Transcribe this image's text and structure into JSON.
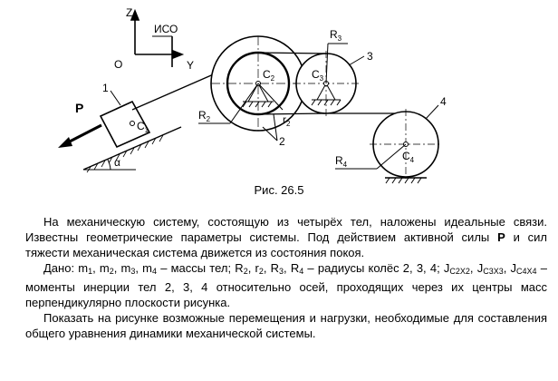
{
  "figure": {
    "labels": {
      "z": "Z",
      "o": "O",
      "y": "Y",
      "iso": "ИСО",
      "p": "P",
      "body1": "1",
      "c1": "C",
      "alpha": "α",
      "c2": "C",
      "r2": "R",
      "r2small": "r",
      "body2": "2",
      "c3": "C",
      "r3": "R",
      "body3": "3",
      "c4": "C",
      "r4": "R",
      "body4": "4",
      "sub1": "1",
      "sub2": "2",
      "sub3": "3",
      "sub4": "4"
    },
    "caption": "Рис. 26.5"
  },
  "text": {
    "para1": "На механическую систему, состоящую из четырёх тел, наложены идеальные связи. Известны геометрические параметры системы. Под действием активной силы P и сил тяжести механическая система движется из состояния покоя.",
    "para2_prefix": "Дано: m",
    "para2": "Дано: m1, m2, m3, m4 – массы тел; R2, r2, R3, R4 – радиусы колёс 2, 3, 4; JC2X2, JC3X3, JC4X4 – моменты инерции тел 2, 3, 4 относительно осей, проходящих через их центры масс перпендикулярно плоскости рисунка.",
    "para3": "Показать на рисунке возможные перемещения и нагрузки, необходимые для составления общего уравнения динамики механической системы."
  }
}
